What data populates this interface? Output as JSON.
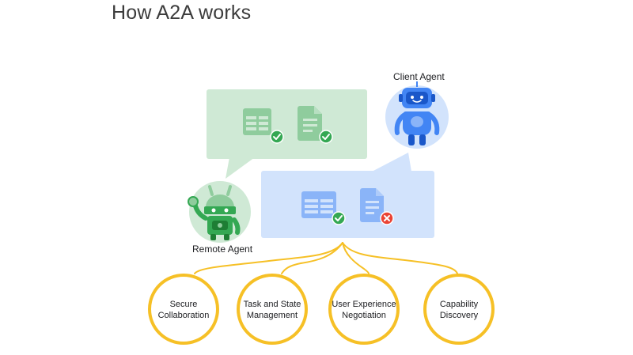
{
  "title": "How A2A works",
  "agents": {
    "client": {
      "label": "Client Agent",
      "icon": "robot-icon"
    },
    "remote": {
      "label": "Remote Agent",
      "icon": "android-robot-icon"
    }
  },
  "bubbles": {
    "client_response": {
      "color": "#cfe9d5",
      "items": [
        {
          "icon": "form-icon",
          "status": "check"
        },
        {
          "icon": "document-icon",
          "status": "check"
        }
      ]
    },
    "remote_response": {
      "color": "#d2e3fc",
      "items": [
        {
          "icon": "form-icon",
          "status": "check"
        },
        {
          "icon": "document-icon",
          "status": "error"
        }
      ]
    }
  },
  "capabilities": [
    {
      "line1": "Secure",
      "line2": "Collaboration"
    },
    {
      "line1": "Task and State",
      "line2": "Management"
    },
    {
      "line1": "User Experience",
      "line2": "Negotiation"
    },
    {
      "line1": "Capability",
      "line2": "Discovery"
    }
  ],
  "colors": {
    "green_light": "#cfe9d5",
    "green_icon": "#8fcc9d",
    "blue_light": "#d2e3fc",
    "blue_icon": "#8ab4f8",
    "check_green": "#34a853",
    "error_red": "#ea4335",
    "yellow": "#f6c026",
    "robot_blue": "#4285f4",
    "android_green": "#34a853"
  }
}
